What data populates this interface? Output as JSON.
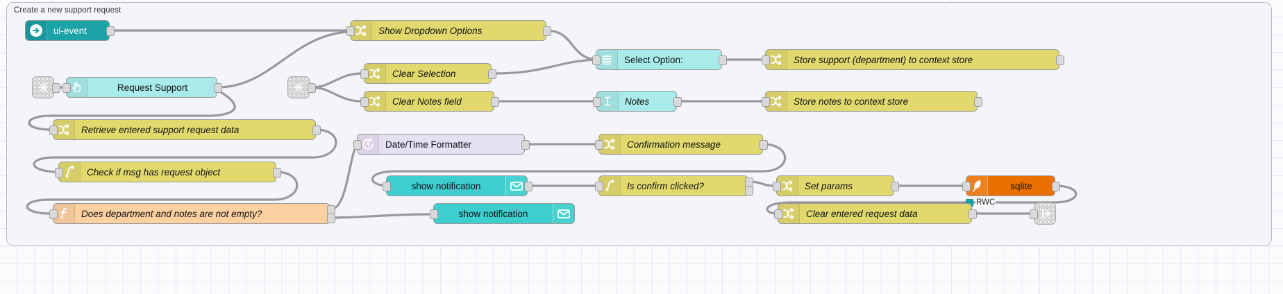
{
  "editor": {
    "app": "node-red-flow-editor",
    "canvas_background": "#fbfbfe",
    "grid_color": "#a0a0b9",
    "link_color": "#999999"
  },
  "group": {
    "label": "Create a new support request",
    "border_color": "#b9b9c6",
    "fill": "#f4f5fb"
  },
  "palette": {
    "change": "#e2d96e",
    "switch": "#e2d96e",
    "function": "#fdd0a2",
    "dashboard_ui": "#a9eaea",
    "ui_event": "#1ba3a8",
    "notification": "#3dcfcf",
    "datetime": "#e6e0f3",
    "sqlite": "#ec7000",
    "link_node": "#d4d4d4",
    "port": "#d9d9d9"
  },
  "nodes": [
    {
      "id": "link-in-1",
      "type": "link-in",
      "label": "",
      "icon": "link-in-icon"
    },
    {
      "id": "link-in-2",
      "type": "link-in",
      "label": "",
      "icon": "link-in-icon"
    },
    {
      "id": "ui-event",
      "type": "ui-event",
      "label": "ui-event",
      "icon": "arrow-circle-icon"
    },
    {
      "id": "request-support",
      "type": "ui",
      "label": "Request Support",
      "icon": "pointer-hand-icon"
    },
    {
      "id": "show-dropdown",
      "type": "change",
      "label": "Show Dropdown Options",
      "icon": "change-icon"
    },
    {
      "id": "clear-selection",
      "type": "change",
      "label": "Clear Selection",
      "icon": "change-icon"
    },
    {
      "id": "clear-notes",
      "type": "change",
      "label": "Clear Notes field",
      "icon": "change-icon"
    },
    {
      "id": "select-option",
      "type": "ui",
      "label": "Select Option:",
      "icon": "dropdown-list-icon"
    },
    {
      "id": "notes",
      "type": "ui",
      "label": "Notes",
      "icon": "text-cursor-icon"
    },
    {
      "id": "store-support",
      "type": "change",
      "label": "Store support (department) to context store",
      "icon": "change-icon"
    },
    {
      "id": "store-notes",
      "type": "change",
      "label": "Store notes to context store",
      "icon": "change-icon"
    },
    {
      "id": "retrieve-data",
      "type": "change",
      "label": "Retrieve entered support request data",
      "icon": "change-icon"
    },
    {
      "id": "check-msg",
      "type": "switch",
      "label": "Check if msg has request object",
      "icon": "switch-icon"
    },
    {
      "id": "not-empty",
      "type": "function",
      "label": "Does department and notes are not empty?",
      "icon": "function-icon"
    },
    {
      "id": "datetime",
      "type": "datetime",
      "label": "Date/Time Formatter",
      "icon": "clock-icon"
    },
    {
      "id": "confirm-msg",
      "type": "change",
      "label": "Confirmation message",
      "icon": "change-icon"
    },
    {
      "id": "notify-1",
      "type": "notification",
      "label": "show notification",
      "icon": "envelope-icon"
    },
    {
      "id": "notify-2",
      "type": "notification",
      "label": "show notification",
      "icon": "envelope-icon"
    },
    {
      "id": "is-confirm",
      "type": "switch",
      "label": "Is confirm clicked?",
      "icon": "switch-icon"
    },
    {
      "id": "set-params",
      "type": "change",
      "label": "Set params",
      "icon": "change-icon"
    },
    {
      "id": "sqlite",
      "type": "sqlite",
      "label": "sqlite",
      "icon": "feather-icon"
    },
    {
      "id": "clear-request",
      "type": "change",
      "label": "Clear entered request data",
      "icon": "change-icon"
    },
    {
      "id": "link-out-1",
      "type": "link-out",
      "label": "",
      "icon": "link-out-icon"
    }
  ],
  "statuses": [
    {
      "for": "sqlite",
      "text": "RWC",
      "color": "#11a8ab"
    }
  ]
}
